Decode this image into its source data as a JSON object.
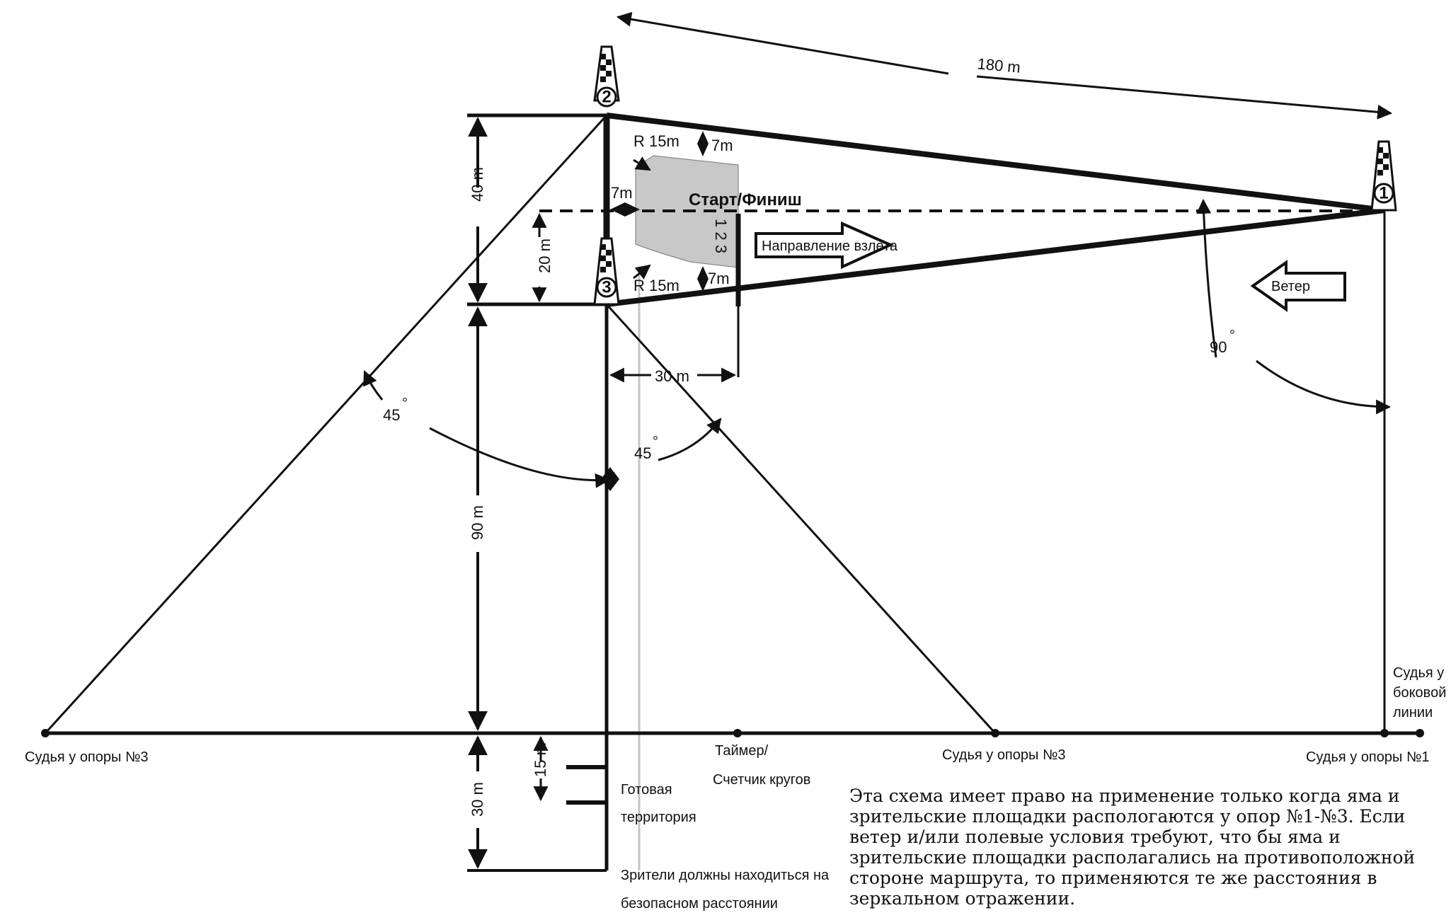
{
  "dimensions": {
    "d180": "180 m",
    "d40": "40 m",
    "d20": "20 m",
    "d90": "90 m",
    "d30_vert": "30 m",
    "d30_horz": "30 m",
    "d15": "15 m",
    "r15_top": "R 15m",
    "r15_bottom": "R 15m",
    "sep7_top": "7m",
    "sep7_mid": "7m",
    "sep7_bottom": "7m",
    "angle45_left": "45",
    "angle45_right": "45",
    "angle90": "90"
  },
  "pylons": {
    "p1": "1",
    "p2": "2",
    "p3": "3"
  },
  "labels": {
    "start_finish": "Старт/Финиш",
    "lanes": "1 2 3",
    "takeoff_direction": "Направление взлета",
    "wind": "Ветер",
    "judge_pylon3_left": "Судья у опоры №3",
    "judge_pylon3_right": "Судья у опоры №3",
    "judge_pylon1": "Судья у опоры №1",
    "side_judge": [
      "Судья у",
      "боковой",
      "линии"
    ],
    "timer": [
      "Таймер/",
      "Счетчик кругов"
    ],
    "ready_area": [
      "Готовая",
      "территория"
    ],
    "spectators": [
      "Зрители должны находиться на",
      "безопасном расстоянии"
    ]
  },
  "note": [
    "Эта схема имеет право на применение только когда яма и",
    "зрительские площадки распологаются у опор №1-№3. Если",
    "ветер и/или полевые условия требуют, что бы яма и",
    "зрительские площадки располагались на противоположной",
    "стороне маршрута, то применяются те же расстояния в",
    "зеркальном отражении."
  ]
}
